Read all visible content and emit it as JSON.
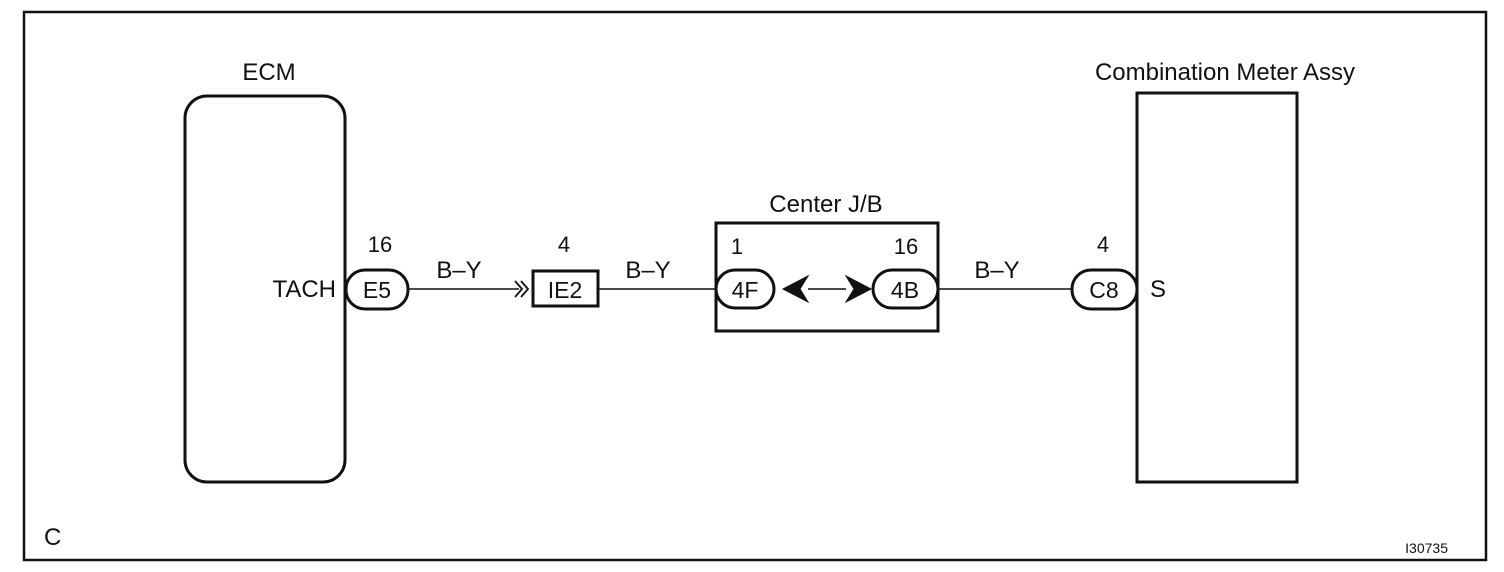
{
  "diagram": {
    "frame_corner_label": "C",
    "image_code": "I30735",
    "ecm": {
      "title": "ECM",
      "terminal_label": "TACH",
      "connector": "E5",
      "pin": "16"
    },
    "wires": {
      "ecm_to_ie2": "B–Y",
      "ie2_to_jb": "B–Y",
      "jb_to_meter": "B–Y"
    },
    "junction_connector": {
      "connector": "IE2",
      "pin": "4"
    },
    "center_jb": {
      "title": "Center J/B",
      "left_connector": "4F",
      "left_pin": "1",
      "right_connector": "4B",
      "right_pin": "16"
    },
    "meter": {
      "title": "Combination Meter Assy",
      "terminal_label": "S",
      "connector": "C8",
      "pin": "4"
    }
  }
}
